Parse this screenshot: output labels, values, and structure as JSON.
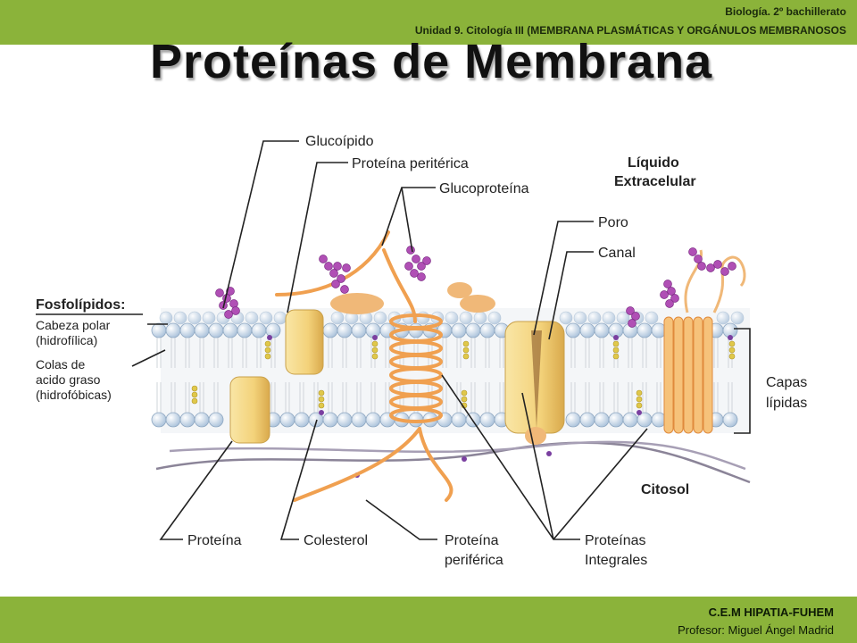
{
  "header": {
    "course": "Biología. 2º bachillerato",
    "unit": "Unidad 9. Citología III (MEMBRANA PLASMÁTICAS Y ORGÁNULOS MEMBRANOSOS"
  },
  "title": "Proteínas de Membrana",
  "diagram": {
    "labels": {
      "glucolipido": "Glucoípido",
      "proteina_periterica": "Proteína peritérica",
      "glucoproteina": "Glucoproteína",
      "liquido_line1": "Líquido",
      "liquido_line2": "Extracelular",
      "poro": "Poro",
      "canal": "Canal",
      "fosfolipidos": "Fosfolípidos:",
      "cabeza_line1": "Cabeza polar",
      "cabeza_line2": "(hidrofílica)",
      "colas_line1": "Colas de",
      "colas_line2": "acido graso",
      "colas_line3": "(hidrofóbicas)",
      "capas_line1": "Capas",
      "capas_line2": "lípidas",
      "citosol": "Citosol",
      "proteina": "Proteína",
      "colesterol": "Colesterol",
      "periferica_line1": "Proteína",
      "periferica_line2": "periférica",
      "integrales_line1": "Proteínas",
      "integrales_line2": "Integrales"
    },
    "colors": {
      "head": "#c9d9ea",
      "protein": "#f6d98a",
      "helix": "#f0a050",
      "sugar": "#b04fb5",
      "cholesterol": "#e0c84a"
    }
  },
  "footer": {
    "school": "C.E.M HIPATIA-FUHEM",
    "teacher": "Profesor: Miguel Ángel Madrid"
  }
}
